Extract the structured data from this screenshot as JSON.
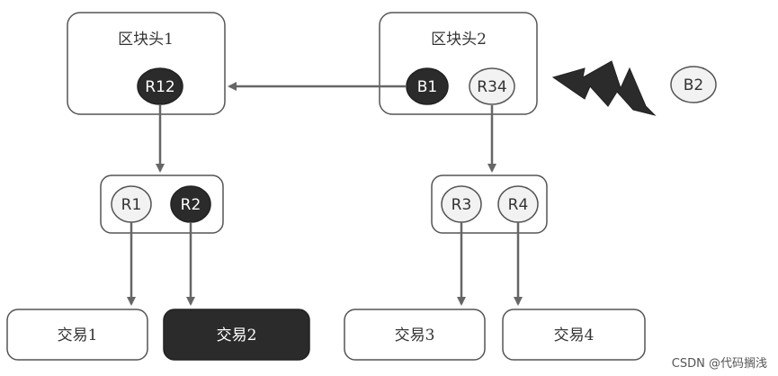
{
  "blocks": {
    "block1": {
      "title": "区块头1",
      "root": "R12"
    },
    "block2": {
      "title": "区块头2",
      "prev_hash": "B1",
      "root": "R34"
    }
  },
  "orphan": {
    "label": "B2"
  },
  "merkle": {
    "left": [
      "R1",
      "R2"
    ],
    "right": [
      "R3",
      "R4"
    ]
  },
  "transactions": [
    "交易1",
    "交易2",
    "交易3",
    "交易4"
  ],
  "highlighted": [
    "R12",
    "R2",
    "B1",
    "交易2"
  ],
  "watermark": "CSDN @代码搁浅",
  "colors": {
    "dark_fill": "#2b2b2b",
    "light_fill": "#f2f2f2",
    "stroke": "#555555",
    "arrow": "#666666"
  }
}
